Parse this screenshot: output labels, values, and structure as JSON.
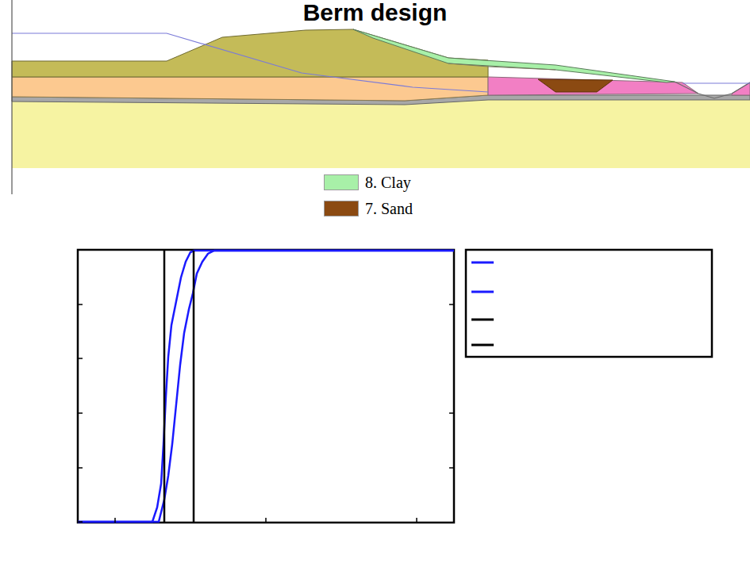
{
  "diagram": {
    "title": "Berm design",
    "legend": [
      {
        "text": "8. Clay",
        "color": "#a8f0a8"
      },
      {
        "text": "7. Sand",
        "color": "#8b4a12"
      }
    ]
  }
}
